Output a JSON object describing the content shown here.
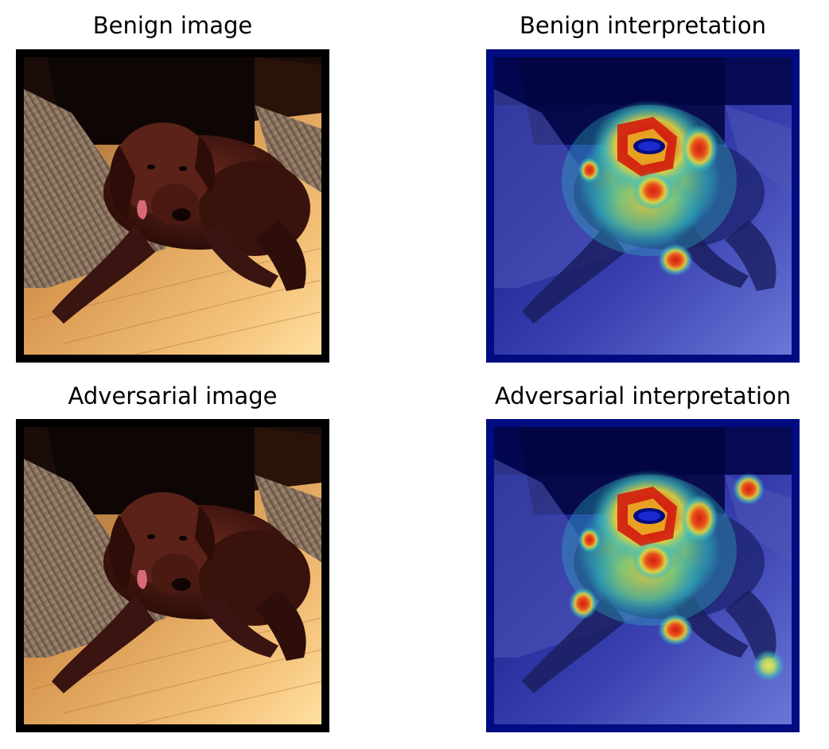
{
  "figure": {
    "panels": [
      {
        "id": "benign-image",
        "title": "Benign image",
        "kind": "photo",
        "hotspots": []
      },
      {
        "id": "benign-interpretation",
        "title": "Benign interpretation",
        "kind": "heatmap",
        "hotspots": [
          "head-ring",
          "head-right",
          "head-left",
          "chest",
          "paw"
        ]
      },
      {
        "id": "adversarial-image",
        "title": "Adversarial image",
        "kind": "photo",
        "hotspots": []
      },
      {
        "id": "adversarial-interpretation",
        "title": "Adversarial interpretation",
        "kind": "heatmap",
        "hotspots": [
          "head-ring",
          "head-right",
          "head-left",
          "chest",
          "paw",
          "top-right-spot",
          "left-spot",
          "bottom-right-spot"
        ]
      }
    ],
    "colors": {
      "heatmap_low": "#000c80",
      "heatmap_mid": "#2db6c0",
      "heatmap_high": "#d21e10",
      "photo_floor": "#e8a24a",
      "dog": "#4a1a12",
      "border": "#000000"
    }
  }
}
